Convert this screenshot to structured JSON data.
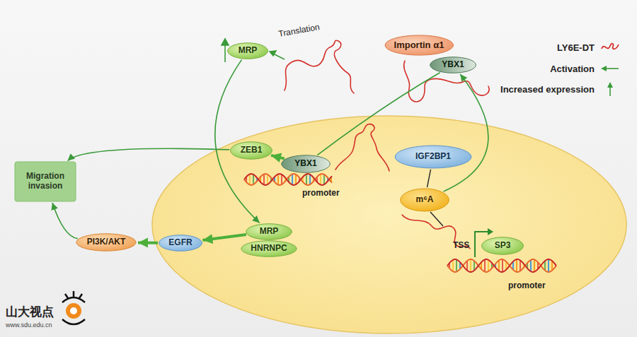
{
  "diagram": {
    "nodes": [
      {
        "text": [
          "MRP"
        ]
      },
      {
        "text": [
          "Importin α1"
        ]
      },
      {
        "text": [
          "YBX1"
        ]
      },
      {
        "text": [
          "ZEB1"
        ]
      },
      {
        "text": [
          "Migration invasion"
        ]
      },
      {
        "text": [
          "YBX1"
        ]
      },
      {
        "text": [
          "IGF2BP1"
        ]
      },
      {
        "text": [
          "m⁶A"
        ]
      },
      {
        "text": [
          "MRP"
        ]
      },
      {
        "text": [
          "HNRNPC"
        ]
      },
      {
        "text": [
          "EGFR"
        ]
      },
      {
        "text": [
          "PI3K/AKT"
        ]
      },
      {
        "text": [
          "SP3"
        ]
      }
    ],
    "edges": [
      {
        "from": 0,
        "to": 8,
        "arrow": "to"
      },
      {
        "from": 8,
        "to": 10,
        "arrow": "to"
      },
      {
        "from": 10,
        "to": 11,
        "arrow": "to"
      },
      {
        "from": 11,
        "to": 4,
        "arrow": "to"
      },
      {
        "from": 3,
        "to": 4,
        "arrow": "to"
      },
      {
        "from": 5,
        "to": 3,
        "arrow": "to"
      },
      {
        "from": 2,
        "to": 5,
        "arrow": "none"
      },
      {
        "from": 7,
        "to": 2,
        "arrow": "to"
      },
      {
        "from": 6,
        "to": 7,
        "arrow": "none"
      }
    ],
    "labels": [
      "Translation",
      "promoter",
      "TSS",
      "promoter",
      "山大视点",
      "www.sdu.edu.cn"
    ],
    "legend": [
      {
        "text": "LY6E-DT"
      },
      {
        "text": "Activation"
      },
      {
        "text": "Increased expression"
      }
    ]
  }
}
